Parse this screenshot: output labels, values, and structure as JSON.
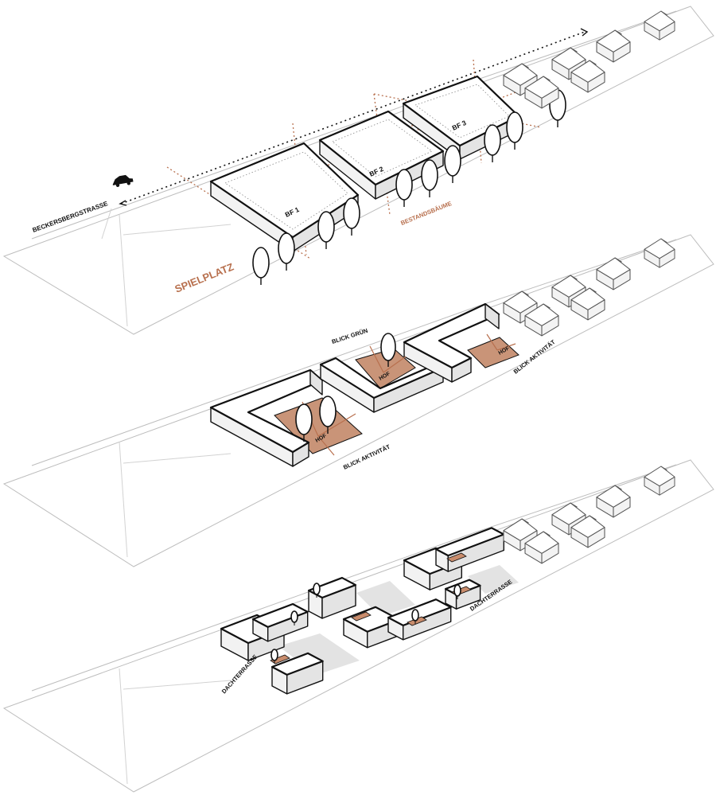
{
  "colors": {
    "accent": "#b8704e",
    "hof_fill": "#c99478",
    "terrace_fill": "#c98c6c",
    "outline": "#111111",
    "plot_line": "#bdbdbd",
    "shadow": "#e3e3e3"
  },
  "panel1": {
    "street_label": "BECKERSBERGSTRASSE",
    "block_labels": [
      "BF 1",
      "BF 2",
      "BF 3"
    ],
    "trees_label": "BESTANDSBÄUME",
    "playground_label": "SPIELPLATZ",
    "car_icon": "car-icon"
  },
  "panel2": {
    "view_green_label": "BLICK GRÜN",
    "view_activity_label_1": "BLICK AKTIVITÄT",
    "view_activity_label_2": "BLICK AKTIVITÄT",
    "court_labels": [
      "HOF",
      "HOF",
      "HOF"
    ]
  },
  "panel3": {
    "terrace_label_1": "DACHTERRASSE",
    "terrace_label_2": "DACHTERRASSE"
  }
}
